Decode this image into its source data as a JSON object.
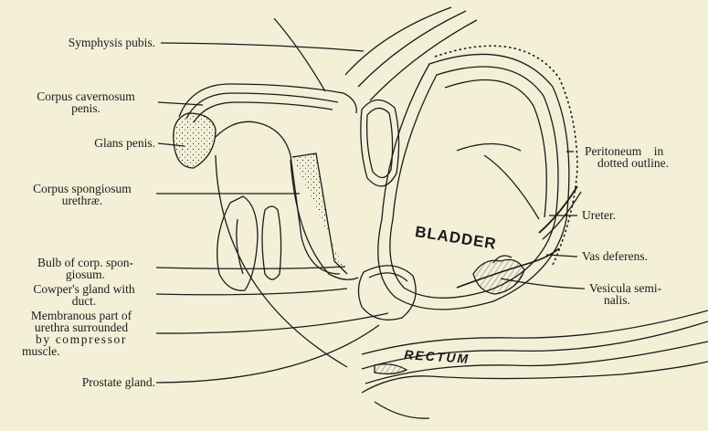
{
  "labels": {
    "symphysis": "Symphysis pubis.",
    "cavernosum_1": "Corpus cavernosum",
    "cavernosum_2": "penis.",
    "glans": "Glans penis.",
    "spongiosum_1": "Corpus spongiosum",
    "spongiosum_2": "urethræ.",
    "bulb_1": "Bulb of corp. spon-",
    "bulb_2": "giosum.",
    "cowper_1": "Cowper's gland with",
    "cowper_2": "duct.",
    "membranous_1": "Membranous part of",
    "membranous_2": "urethra surrounded",
    "membranous_3": "by compressor",
    "membranous_4": "muscle.",
    "prostate": "Prostate gland.",
    "peritoneum_1": "Peritoneum    in",
    "peritoneum_2": "dotted outline.",
    "ureter": "Ureter.",
    "vas": "Vas deferens.",
    "vesicula_1": "Vesicula semi-",
    "vesicula_2": "nalis.",
    "bladder": "BLADDER",
    "rectum": "RECTUM"
  },
  "colors": {
    "paper": "#f4f0d8",
    "ink": "#1a1a1a"
  }
}
